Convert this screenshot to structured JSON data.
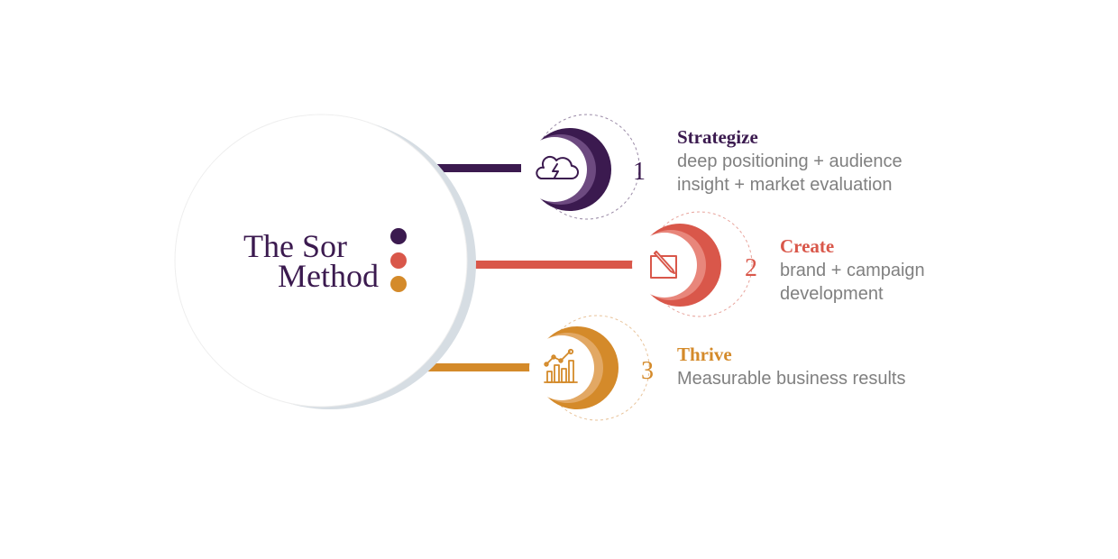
{
  "title": {
    "line1": "The Sor",
    "line2": "Method"
  },
  "colors": {
    "purple": "#3b1a4f",
    "coral": "#d9574a",
    "gold": "#d48a2a"
  },
  "steps": [
    {
      "number": "1",
      "title": "Strategize",
      "desc_line1": "deep positioning + audience",
      "desc_line2": "insight + market evaluation",
      "icon": "cloud-lightning-icon"
    },
    {
      "number": "2",
      "title": "Create",
      "desc_line1": "brand + campaign",
      "desc_line2": "development",
      "icon": "pencil-square-icon"
    },
    {
      "number": "3",
      "title": "Thrive",
      "desc_line1": "Measurable business results",
      "desc_line2": "",
      "icon": "chart-growth-icon"
    }
  ]
}
